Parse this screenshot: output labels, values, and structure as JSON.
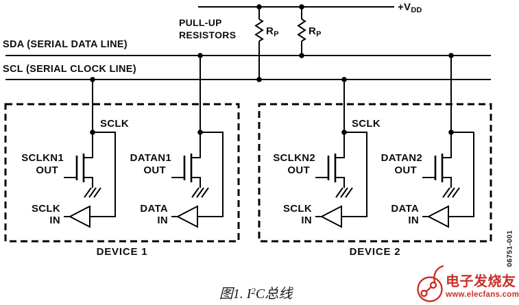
{
  "bus": {
    "sda_label": "SDA (SERIAL DATA LINE)",
    "scl_label": "SCL (SERIAL CLOCK LINE)",
    "pullup_line1": "PULL-UP",
    "pullup_line2": "RESISTORS",
    "vdd_main": "+V",
    "vdd_sub": "DD",
    "rp1_main": "R",
    "rp1_sub": "P",
    "rp2_main": "R",
    "rp2_sub": "P"
  },
  "device1": {
    "name": "DEVICE 1",
    "sclk_node": "SCLK",
    "clock_fet_line1": "SCLKN1",
    "clock_fet_line2": "OUT",
    "data_fet_line1": "DATAN1",
    "data_fet_line2": "OUT",
    "clock_in_line1": "SCLK",
    "clock_in_line2": "IN",
    "data_in_line1": "DATA",
    "data_in_line2": "IN"
  },
  "device2": {
    "name": "DEVICE 2",
    "sclk_node": "SCLK",
    "clock_fet_line1": "SCLKN2",
    "clock_fet_line2": "OUT",
    "data_fet_line1": "DATAN2",
    "data_fet_line2": "OUT",
    "clock_in_line1": "SCLK",
    "clock_in_line2": "IN",
    "data_in_line1": "DATA",
    "data_in_line2": "IN"
  },
  "figure_number": "06751-001",
  "caption": {
    "prefix": "图1. I",
    "sup": "2",
    "suffix": "C总线"
  },
  "watermark": {
    "brand": "电子发烧友",
    "url": "www.elecfans.com",
    "color": "#c9302a"
  },
  "colors": {
    "line": "#000000",
    "background": "#ffffff"
  }
}
